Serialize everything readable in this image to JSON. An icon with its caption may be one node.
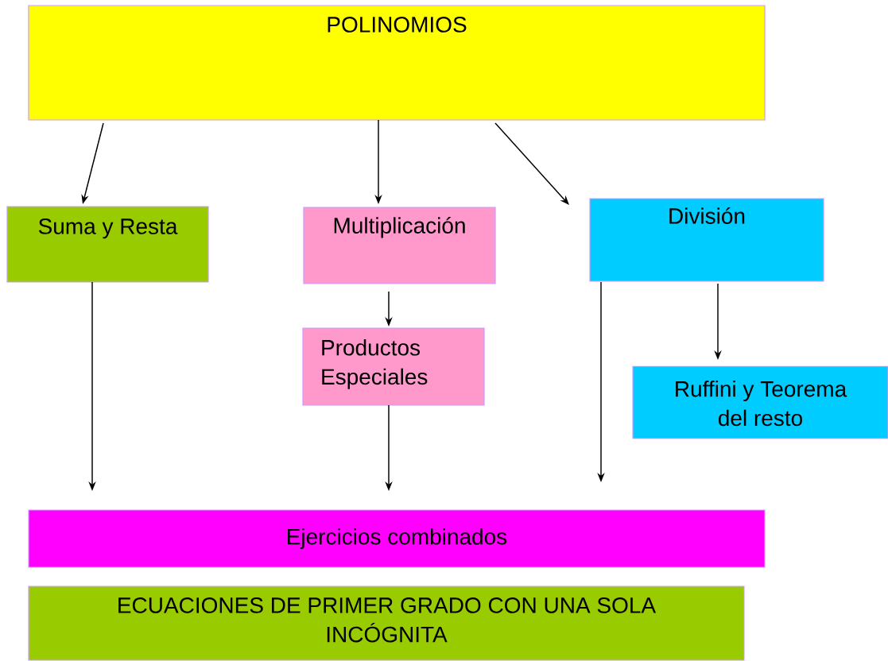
{
  "diagram": {
    "nodes": [
      {
        "text": [
          "POLINOMIOS"
        ]
      },
      {
        "text": [
          "Suma y Resta"
        ]
      },
      {
        "text": [
          "Multiplicación"
        ]
      },
      {
        "text": [
          "Productos Especiales"
        ]
      },
      {
        "text": [
          "División"
        ]
      },
      {
        "text": [
          "Ruffini y Teorema del resto"
        ]
      },
      {
        "text": [
          "Ejercicios combinados"
        ]
      },
      {
        "text": [
          "ECUACIONES DE PRIMER GRADO CON UNA SOLA INCÓGNITA"
        ]
      }
    ],
    "edges": [
      {
        "from": 0,
        "to": 1,
        "arrow": "to"
      },
      {
        "from": 0,
        "to": 2,
        "arrow": "to"
      },
      {
        "from": 0,
        "to": 4,
        "arrow": "to"
      },
      {
        "from": 2,
        "to": 3,
        "arrow": "to"
      },
      {
        "from": 4,
        "to": 5,
        "arrow": "to"
      },
      {
        "from": 1,
        "to": 6,
        "arrow": "to"
      },
      {
        "from": 3,
        "to": 6,
        "arrow": "to"
      },
      {
        "from": 4,
        "to": 6,
        "arrow": "to"
      }
    ]
  }
}
